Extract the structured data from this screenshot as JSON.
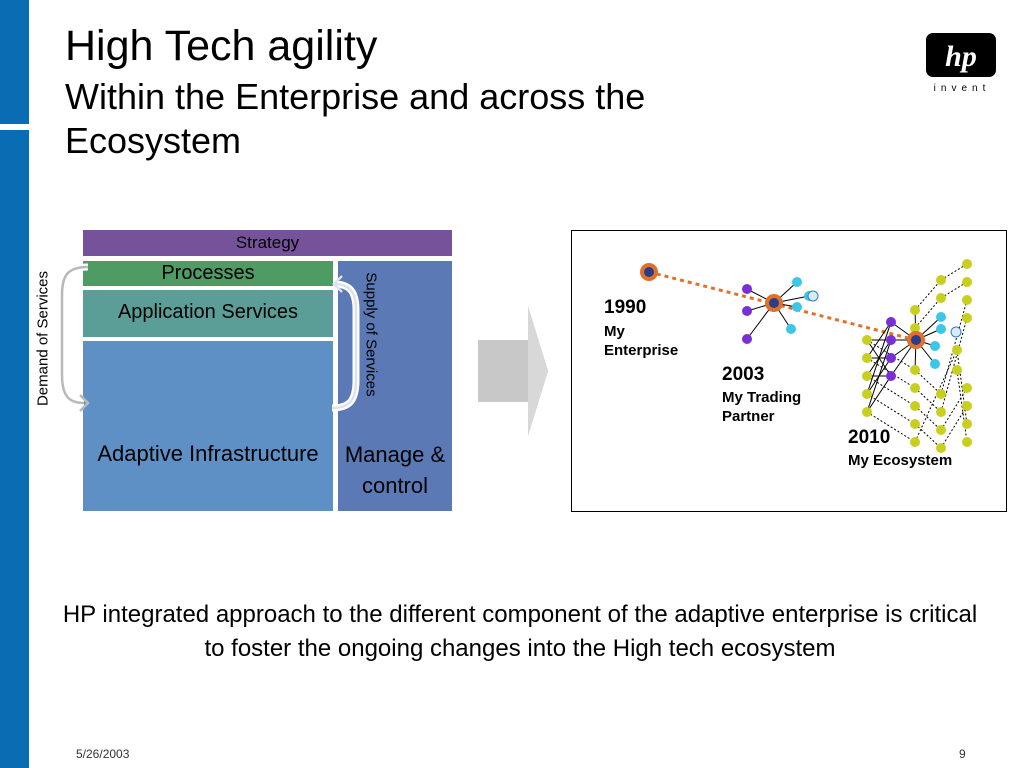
{
  "slide": {
    "title": "High Tech agility",
    "subtitle": "Within the Enterprise and across the Ecosystem",
    "logo_text": "invent",
    "logo_mark": "hp"
  },
  "stack": {
    "strategy": "Strategy",
    "processes": "Processes",
    "application_services": "Application Services",
    "adaptive_infrastructure": "Adaptive Infrastructure",
    "manage_control": "Manage & control",
    "demand_label": "Demand of Services",
    "supply_label": "Supply of Services"
  },
  "ecosystem": {
    "y1990": "1990",
    "y1990_label": "My Enterprise",
    "y2003": "2003",
    "y2003_label": "My Trading Partner",
    "y2010": "2010",
    "y2010_label": "My Ecosystem"
  },
  "caption": "HP integrated approach to the different component of the adaptive enterprise is critical to foster the ongoing changes into the High tech ecosystem",
  "footer": {
    "date": "5/26/2003",
    "page": "9"
  },
  "colors": {
    "left_bar": "#0a6db3",
    "strategy": "#76529a",
    "processes": "#4e9c63",
    "application_services": "#5b9e97",
    "adaptive_infrastructure": "#5e90c5",
    "manage_control": "#5b79b4",
    "hub": "#e0702a",
    "purple_node": "#7a2fd6",
    "cyan_node": "#3cc6e8",
    "yellow_node": "#c8cf1f"
  }
}
